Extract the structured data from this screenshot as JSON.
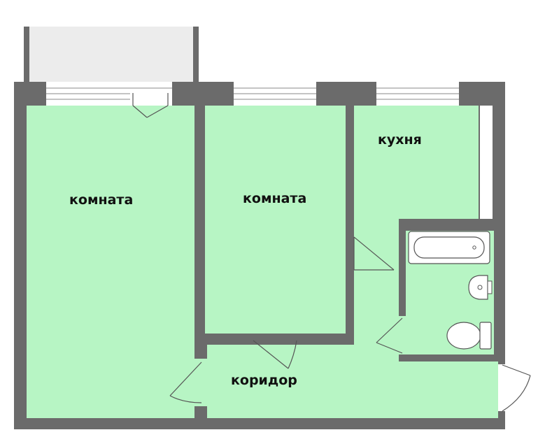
{
  "labels": {
    "room_left": "комната",
    "room_middle": "комната",
    "kitchen": "кухня",
    "corridor": "коридор"
  },
  "colors": {
    "wall": "#6b6b6b",
    "floor": "#b7f5c4",
    "balcony": "#ececec",
    "line": "#555555",
    "window": "#ffffff"
  },
  "icons": {
    "bathtub": "bathtub-icon",
    "sink": "sink-icon",
    "toilet": "toilet-icon"
  }
}
